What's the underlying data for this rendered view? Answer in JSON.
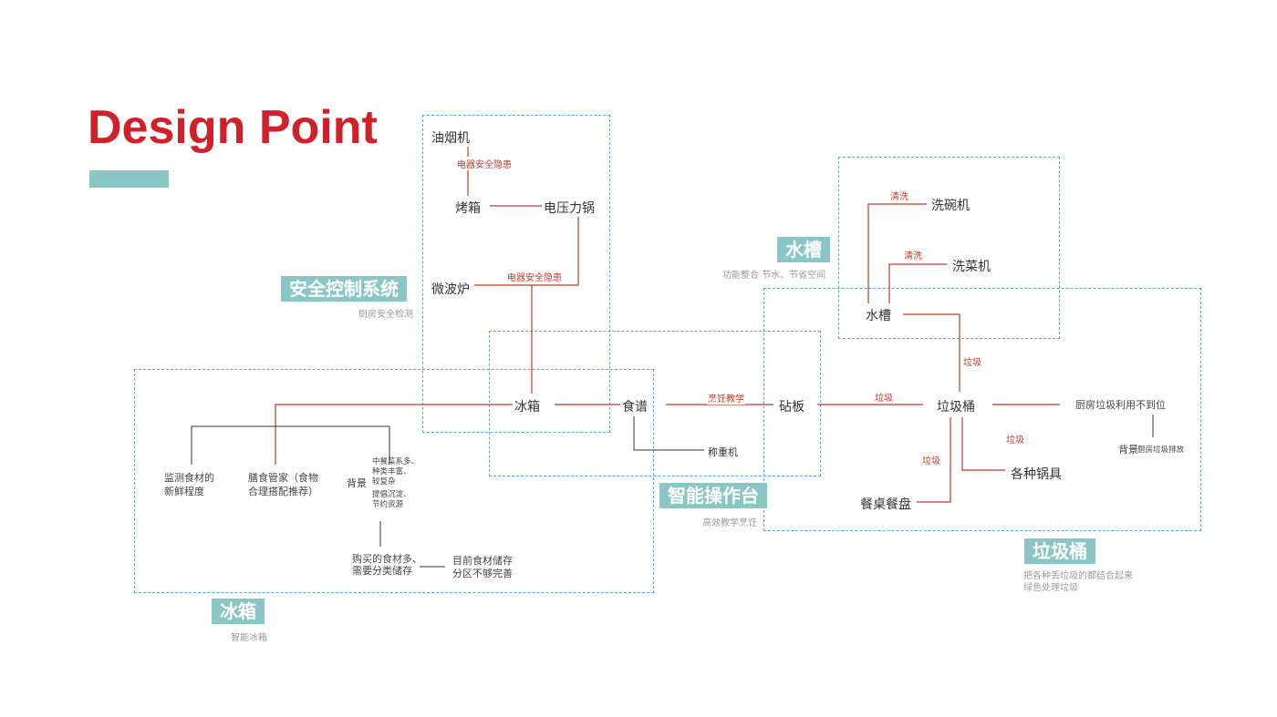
{
  "title": "Design Point",
  "colors": {
    "title": "#d0202a",
    "tag": "#8ac6c6",
    "box_border": "#5aa4d8",
    "red_line": "#c0392b",
    "black_line": "#333333"
  },
  "sections": {
    "safety": {
      "tag": "安全控制系统",
      "desc": "厨房安全检测"
    },
    "sink": {
      "tag": "水槽",
      "desc": "功能整合 节水、节省空间"
    },
    "workbench": {
      "tag": "智能操作台",
      "desc": "高效教学烹饪"
    },
    "trash": {
      "tag": "垃圾桶",
      "desc_line1": "把各种丢垃圾的都结合起来",
      "desc_line2": "绿色处理垃圾"
    },
    "fridge": {
      "tag": "冰箱",
      "desc": "智能冰箱"
    }
  },
  "nodes": {
    "range_hood": "油烟机",
    "oven": "烤箱",
    "pressure_cooker": "电压力锅",
    "microwave": "微波炉",
    "fridge": "冰箱",
    "recipe": "食谱",
    "scale": "称重机",
    "cutting_board": "砧板",
    "trash_bin": "垃圾桶",
    "dishwasher": "洗碗机",
    "veg_washer": "洗菜机",
    "sink": "水槽",
    "cookware": "各种锅具",
    "tableware": "餐桌餐盘",
    "waste_issue": "厨房垃圾利用不到位",
    "background_label": "背景",
    "waste_disposal": "厨房垃圾排放",
    "freshness_line1": "监测食材的",
    "freshness_line2": "新鲜程度",
    "diet_line1": "膳食管家（食物",
    "diet_line2": "合理搭配推荐）",
    "fridge_bg": "背景",
    "bg_a_line1": "中餐菜系多、",
    "bg_a_line2": "种类丰富、",
    "bg_a_line3": "较复杂",
    "bg_b_line1": "提倡沉淀、",
    "bg_b_line2": "节约资源",
    "buy_line1": "购买的食材多、",
    "buy_line2": "需要分类储存",
    "storage_line1": "目前食材储存",
    "storage_line2": "分区不够完善"
  },
  "edge_labels": {
    "appliance_hazard_1": "电器安全隐患",
    "appliance_hazard_2": "电器安全隐患",
    "cooking_teaching": "烹饪教学",
    "garbage_1": "垃圾",
    "garbage_2": "垃圾",
    "garbage_3": "垃圾",
    "garbage_4": "垃圾",
    "clean_1": "清洗",
    "clean_2": "清洗"
  }
}
